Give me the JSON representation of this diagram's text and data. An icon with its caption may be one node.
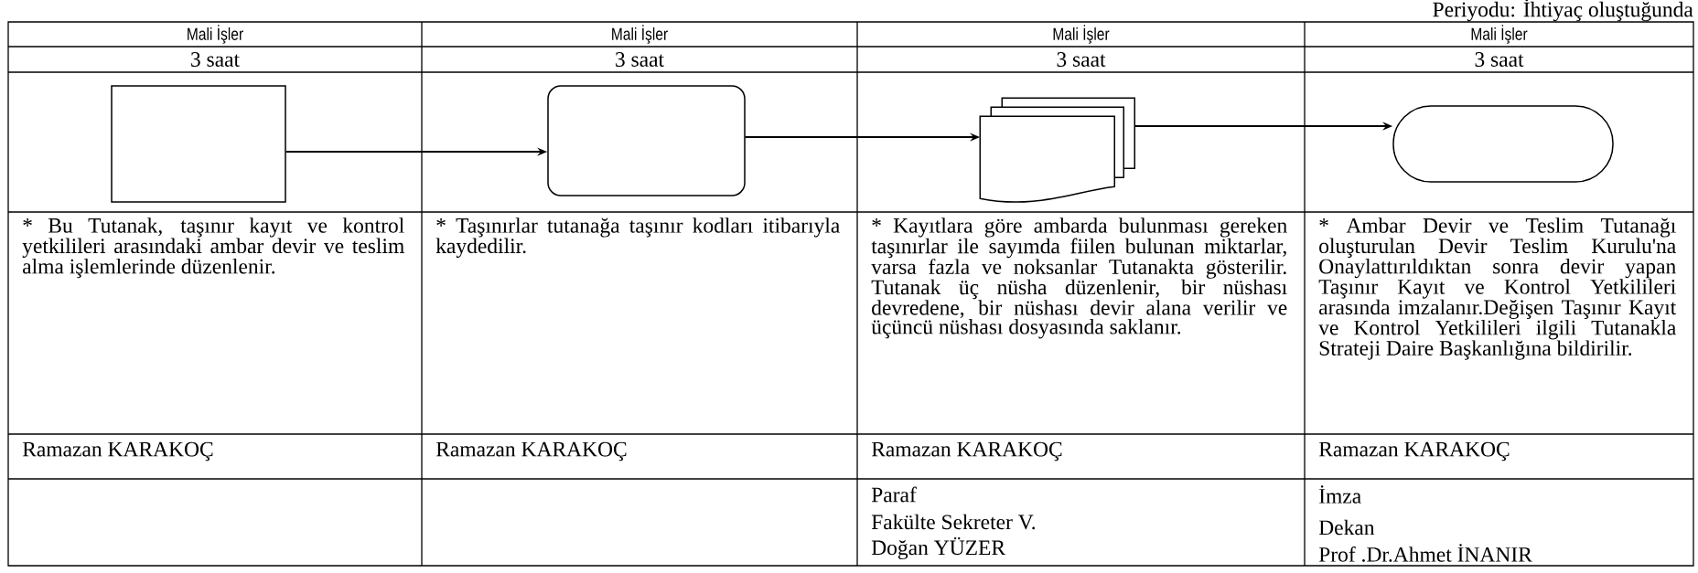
{
  "diagram": {
    "nodes": [
      {
        "text": [],
        "shape": "box"
      },
      {
        "text": [],
        "shape": "rounded"
      },
      {
        "text": [],
        "shape": "document"
      },
      {
        "text": [],
        "shape": "stadium"
      }
    ],
    "edges": [
      {
        "from": 0,
        "to": 1,
        "arrow": "to"
      },
      {
        "from": 1,
        "to": 2,
        "arrow": "to"
      },
      {
        "from": 2,
        "to": 3,
        "arrow": "to"
      }
    ],
    "labels": [
      "Periyodu: İhtiyaç oluştuğunda",
      "Mali İşler",
      "Mali İşler",
      "Mali İşler",
      "Mali İşler",
      "3 saat",
      "3 saat",
      "3 saat",
      "3 saat",
      "* Bu Tutanak, taşınır kayıt ve kontrol yetkilileri arasındaki ambar devir ve teslim alma işlemlerinde düzenlenir.",
      "* Taşınırlar tutanağa taşınır kodları itibarıyla kaydedilir.",
      "* Kayıtlara göre ambarda bulunması gereken taşınırlar ile sayımda fiilen bulunan miktarlar, varsa fazla ve noksanlar Tutanakta gösterilir. Tutanak üç nüsha düzenlenir, bir nüshası devredene, bir nüshası devir alana verilir ve üçüncü nüshası dosyasında saklanır.",
      "* Ambar Devir ve Teslim Tutanağı oluşturulan Devir Teslim Kurulu'na Onaylattırıldıktan sonra devir yapan Taşınır Kayıt ve Kontrol Yetkilileri arasında imzalanır.Değişen Taşınır Kayıt ve Kontrol Yetkilileri ilgili Tutanakla Strateji Daire Başkanlığına bildirilir.",
      "Ramazan KARAKOÇ",
      "Ramazan KARAKOÇ",
      "Ramazan KARAKOÇ",
      "Ramazan KARAKOÇ",
      "Paraf",
      "Fakülte Sekreter V.",
      "Doğan YÜZER",
      "İmza",
      "Dekan",
      "Prof .Dr.Ahmet İNANIR"
    ]
  }
}
